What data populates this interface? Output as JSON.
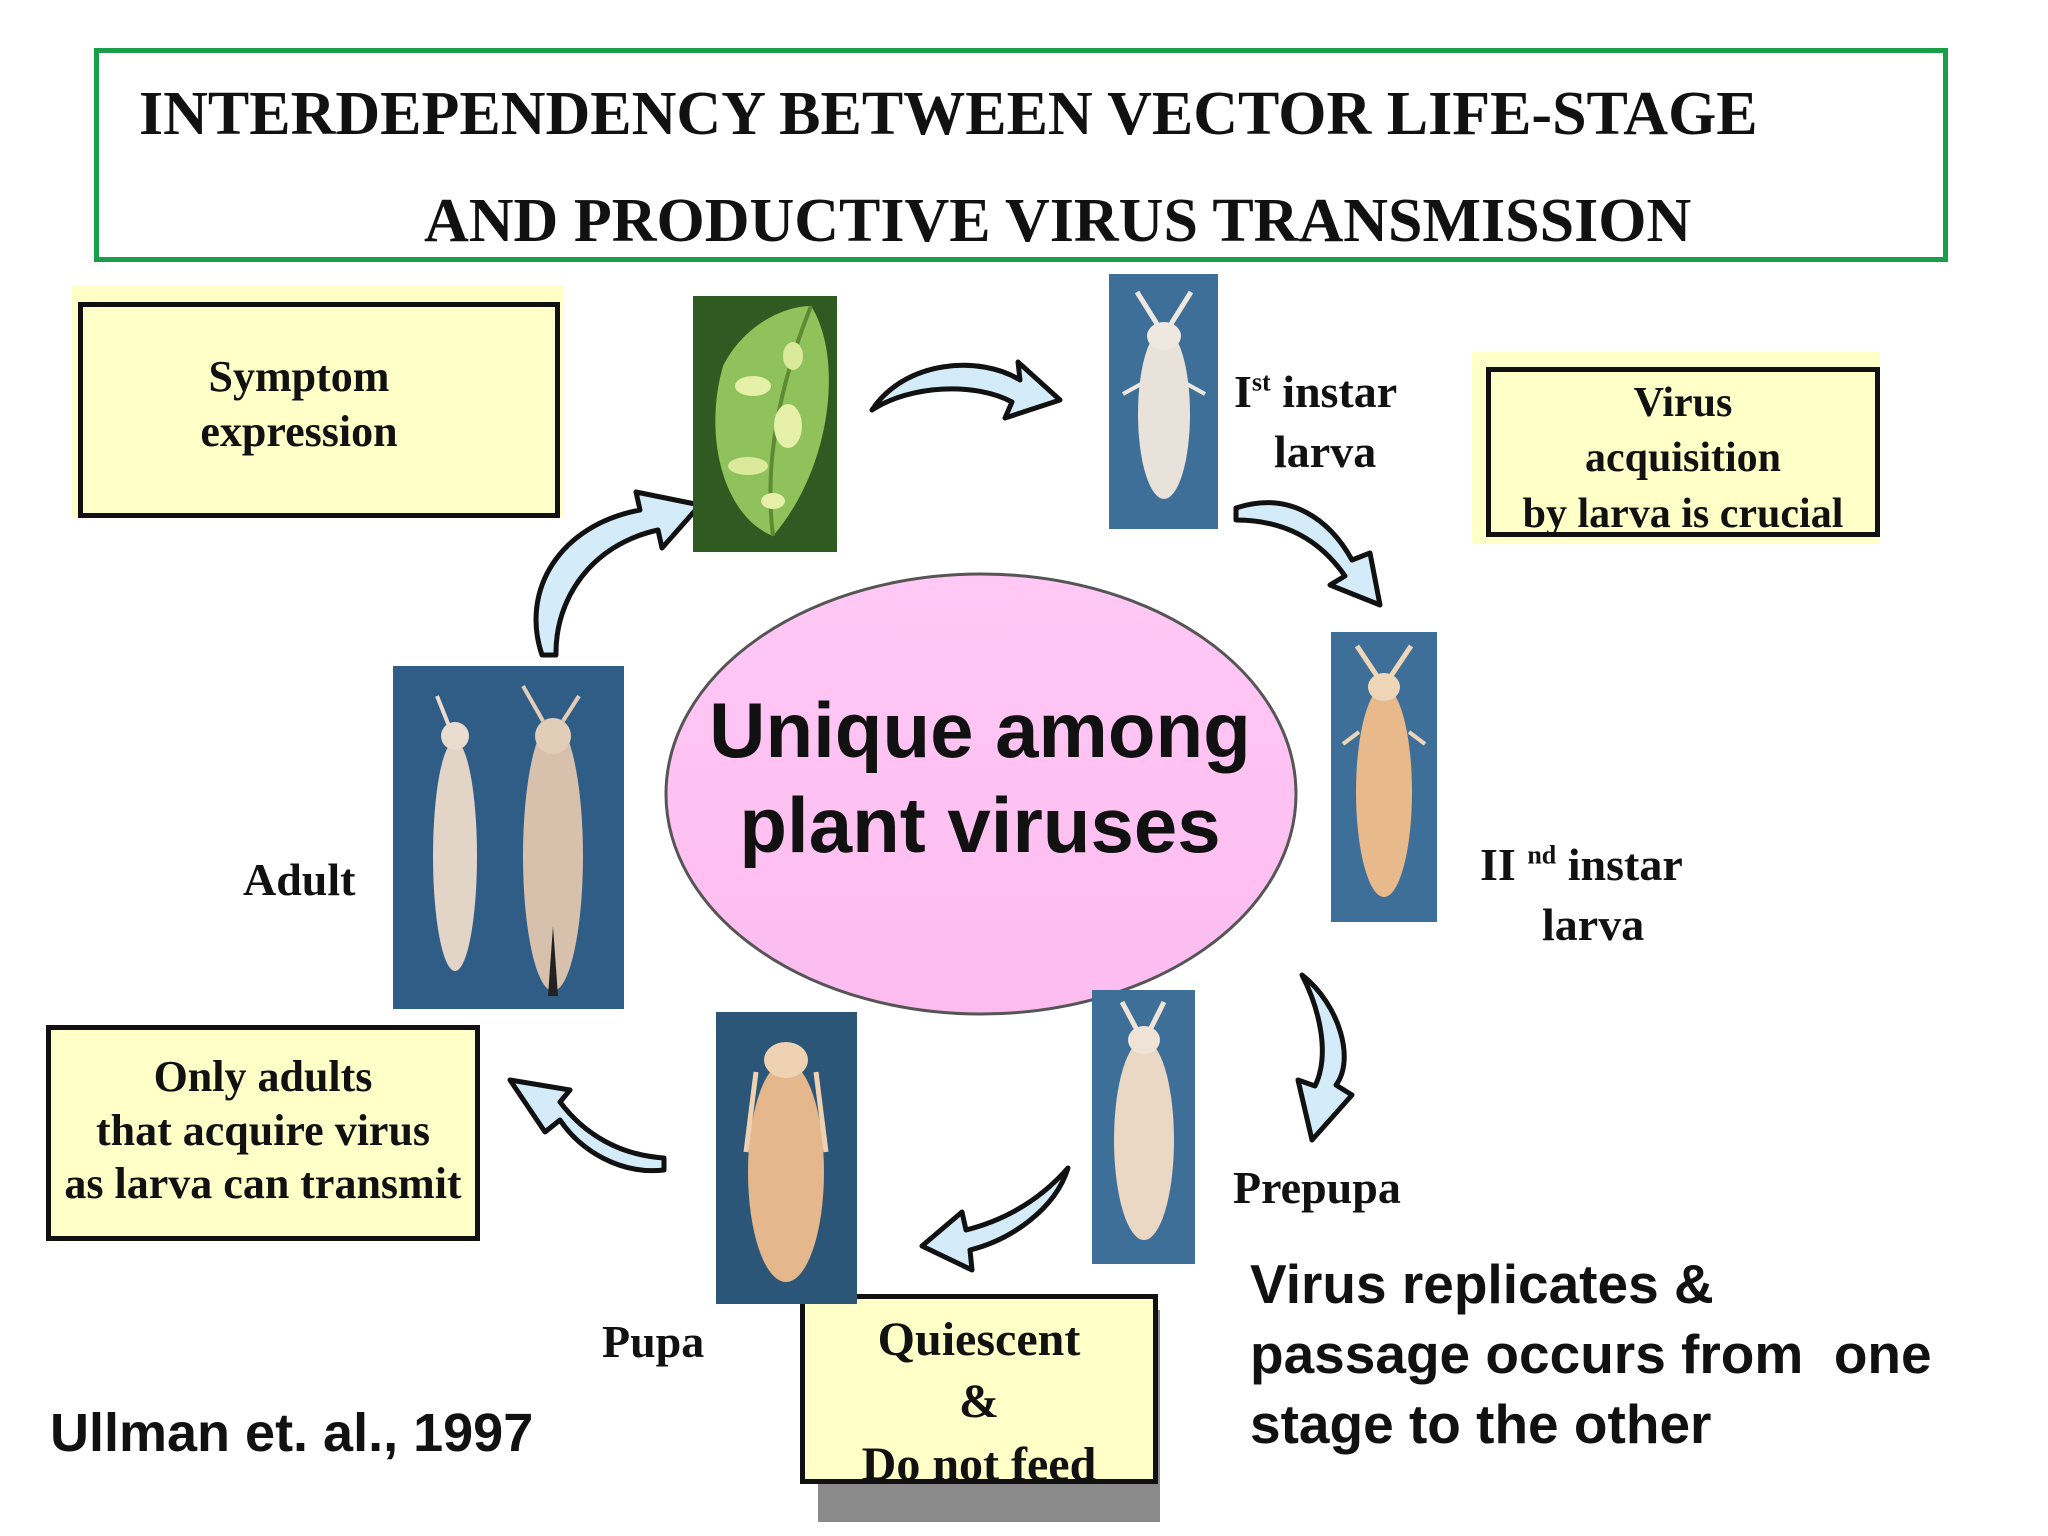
{
  "title": {
    "line1": "INTERDEPENDENCY BETWEEN VECTOR LIFE-STAGE",
    "line2": "AND PRODUCTIVE VIRUS TRANSMISSION"
  },
  "center": {
    "line1": "Unique among",
    "line2": "plant viruses"
  },
  "notes": {
    "symptom": [
      "Symptom",
      "expression"
    ],
    "virus_acquisition": [
      "Virus",
      "acquisition",
      "by larva is crucial"
    ],
    "only_adults": [
      "Only adults",
      "that acquire virus",
      "as larva can transmit"
    ],
    "quiescent": [
      "Quiescent",
      "&",
      "Do not feed"
    ]
  },
  "stages": {
    "first_instar": {
      "sup": "st",
      "base": "I",
      "word": "instar",
      "line2": "larva"
    },
    "second_instar": {
      "sup": "nd",
      "base": "II",
      "word": "instar",
      "line2": "larva"
    },
    "prepupa": "Prepupa",
    "pupa": "Pupa",
    "adult": "Adult"
  },
  "replication_text": [
    "Virus replicates &",
    "passage occurs from  one",
    "stage to the other"
  ],
  "citation": "Ullman et. al., 1997",
  "colors": {
    "title_border": "#1a9e4a",
    "note_fill": "#ffffc8",
    "ellipse_fill": "#ffc8f5",
    "arrow_fill": "#d4ecfa",
    "photo_bg": "#2f5d86"
  },
  "icons": [
    "leaf-photo",
    "larva-photo",
    "pupa-photo",
    "adult-thrips-photo",
    "curved-arrow-icon"
  ]
}
